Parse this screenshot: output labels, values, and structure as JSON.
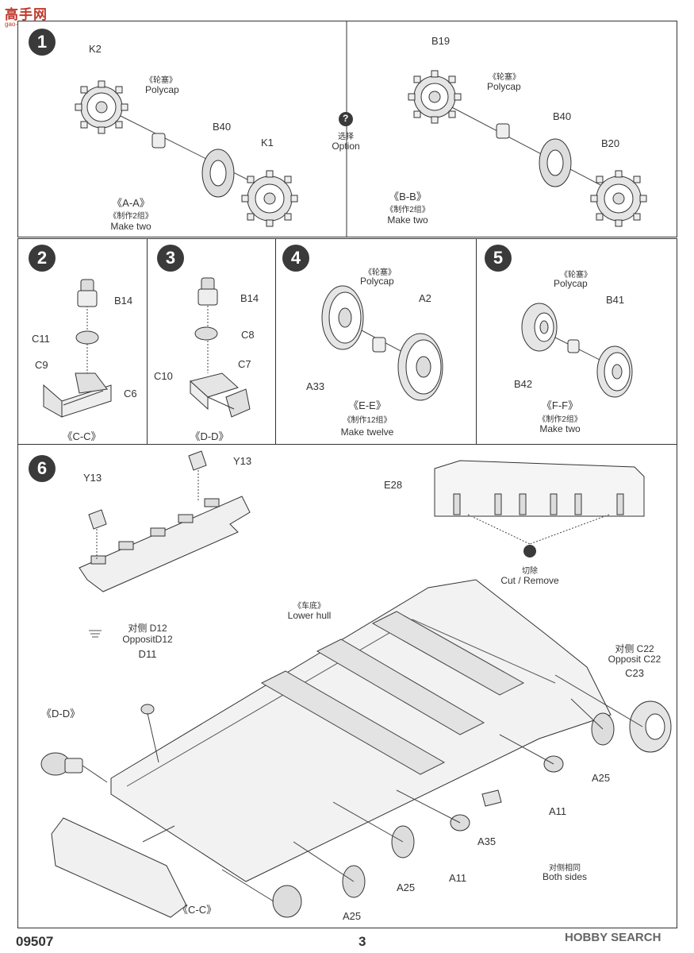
{
  "header": {
    "logo_text": "高手网",
    "logo_sub": "gao-shou.com"
  },
  "steps": [
    {
      "num": "1",
      "left": {
        "parts": [
          "K2",
          "B40",
          "K1"
        ],
        "polycap_cn": "《轮塞》",
        "polycap_en": "Polycap",
        "group": "《A-A》",
        "make_cn": "《制作2组》",
        "make_en": "Make two"
      },
      "option_icon": "?",
      "option_cn": "选择",
      "option_en": "Option",
      "right": {
        "parts": [
          "B19",
          "B40",
          "B20"
        ],
        "polycap_cn": "《轮塞》",
        "polycap_en": "Polycap",
        "group": "《B-B》",
        "make_cn": "《制作2组》",
        "make_en": "Make two"
      }
    },
    {
      "num": "2",
      "parts": [
        "B14",
        "C11",
        "C9",
        "C6"
      ],
      "group": "《C-C》"
    },
    {
      "num": "3",
      "parts": [
        "B14",
        "C8",
        "C10",
        "C7"
      ],
      "group": "《D-D》"
    },
    {
      "num": "4",
      "parts": [
        "A2",
        "A33"
      ],
      "polycap_cn": "《轮塞》",
      "polycap_en": "Polycap",
      "group": "《E-E》",
      "make_cn": "《制作12组》",
      "make_en": "Make twelve"
    },
    {
      "num": "5",
      "parts": [
        "B41",
        "B42"
      ],
      "polycap_cn": "《轮塞》",
      "polycap_en": "Polycap",
      "group": "《F-F》",
      "make_cn": "《制作2组》",
      "make_en": "Make two"
    },
    {
      "num": "6",
      "parts": {
        "y13a": "Y13",
        "y13b": "Y13",
        "e28": "E28",
        "d11": "D11",
        "c23": "C23",
        "a25a": "A25",
        "a25b": "A25",
        "a25c": "A25",
        "a11a": "A11",
        "a11b": "A11",
        "a35": "A35"
      },
      "cut_cn": "切除",
      "cut_en": "Cut / Remove",
      "hull_cn": "《车底》",
      "hull_en": "Lower hull",
      "opp_d12_cn": "对侧 D12",
      "opp_d12_en": "OppositD12",
      "opp_c22_cn": "对侧 C22",
      "opp_c22_en": "Opposit C22",
      "dd": "《D-D》",
      "cc": "《C-C》",
      "both_cn": "对侧相同",
      "both_en": "Both sides"
    }
  ],
  "footer": {
    "code": "09507",
    "page": "3",
    "watermark": "HOBBY SEARCH"
  }
}
